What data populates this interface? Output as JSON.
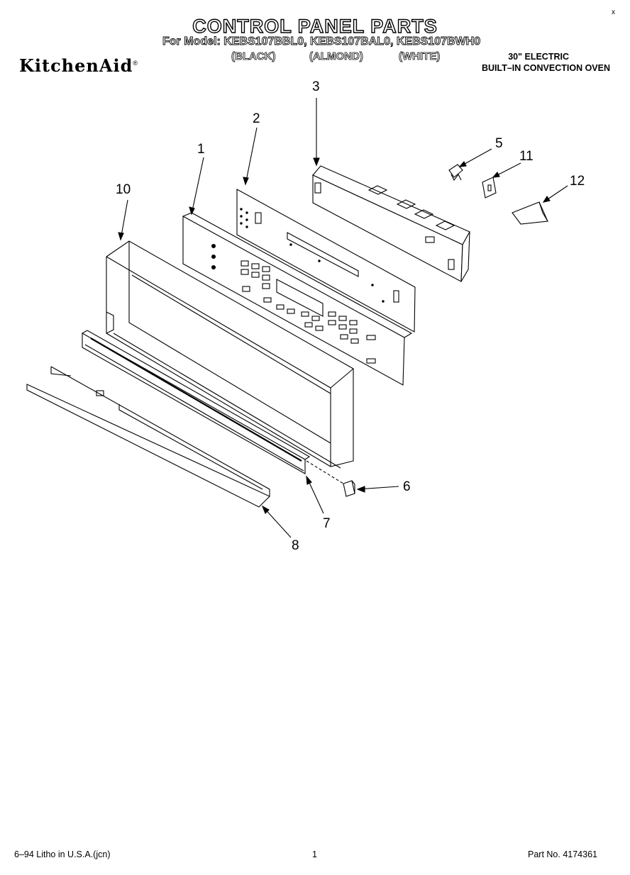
{
  "header": {
    "title": "CONTROL PANEL PARTS",
    "model_line": "For Model: KEBS107BBL0, KEBS107BAL0, KEBS107BWH0",
    "variants": [
      "(BLACK)",
      "(ALMOND)",
      "(WHITE)"
    ],
    "brand": "KitchenAid",
    "brand_mark": "®",
    "product_line1": "30\" ELECTRIC",
    "product_line2": "BUILT–IN CONVECTION OVEN",
    "corner_mark": "x"
  },
  "callouts": {
    "c1": "1",
    "c2": "2",
    "c3": "3",
    "c5": "5",
    "c6": "6",
    "c7": "7",
    "c8": "8",
    "c10": "10",
    "c11": "11",
    "c12": "12"
  },
  "footer": {
    "litho": "6–94 Litho in U.S.A.(jcn)",
    "page": "1",
    "part_no": "Part No. 4174361"
  }
}
